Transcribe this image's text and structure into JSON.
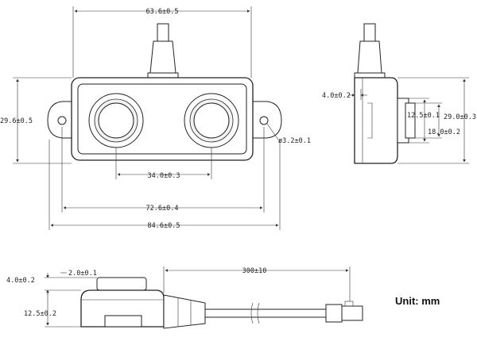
{
  "front_view": {
    "width_top": "63.6±0.5",
    "height_left": "29.6±0.5",
    "hole_dia": "ø3.2±0.1",
    "sensor_spacing": "34.0±0.3",
    "hole_spacing": "72.6±0.4",
    "overall_width": "84.6±0.5"
  },
  "side_view": {
    "depth_top": "4.0±0.2",
    "inner_height": "12.5±0.1",
    "outer_height": "29.0±0.3",
    "connector_height": "18.0±0.2"
  },
  "bottom_view": {
    "cap_height": "4.0±0.2",
    "cap_offset": "2.0±0.1",
    "body_height": "12.5±0.2",
    "cable_length": "300±10"
  },
  "unit_label": "Unit: mm"
}
